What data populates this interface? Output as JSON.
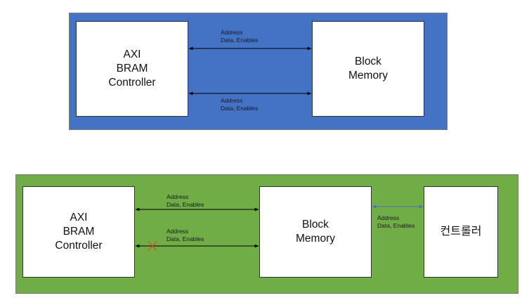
{
  "colors": {
    "top_panel": "#4472c4",
    "bottom_panel": "#70ad47",
    "block_fill": "#ffffff",
    "arrow": "#000000",
    "controller_link": "#4472c4",
    "disabled_mark": "#e0462b"
  },
  "top_diagram": {
    "controller": {
      "lines": [
        "AXI",
        "BRAM",
        "Controller"
      ]
    },
    "memory": {
      "lines": [
        "Block",
        "Memory"
      ]
    },
    "port_a": {
      "line1": "Address",
      "line2": "Data, Enables"
    },
    "port_b": {
      "line1": "Address",
      "line2": "Data, Enables"
    }
  },
  "bottom_diagram": {
    "controller": {
      "lines": [
        "AXI",
        "BRAM",
        "Controller"
      ]
    },
    "memory": {
      "lines": [
        "Block",
        "Memory"
      ]
    },
    "port_a": {
      "line1": "Address",
      "line2": "Data, Enables"
    },
    "port_b": {
      "line1": "Address",
      "line2": "Data, Enables"
    },
    "external_link": {
      "line1": "Address",
      "line2": "Data, Enables"
    },
    "external": {
      "lines": [
        "컨트롤러"
      ]
    }
  }
}
